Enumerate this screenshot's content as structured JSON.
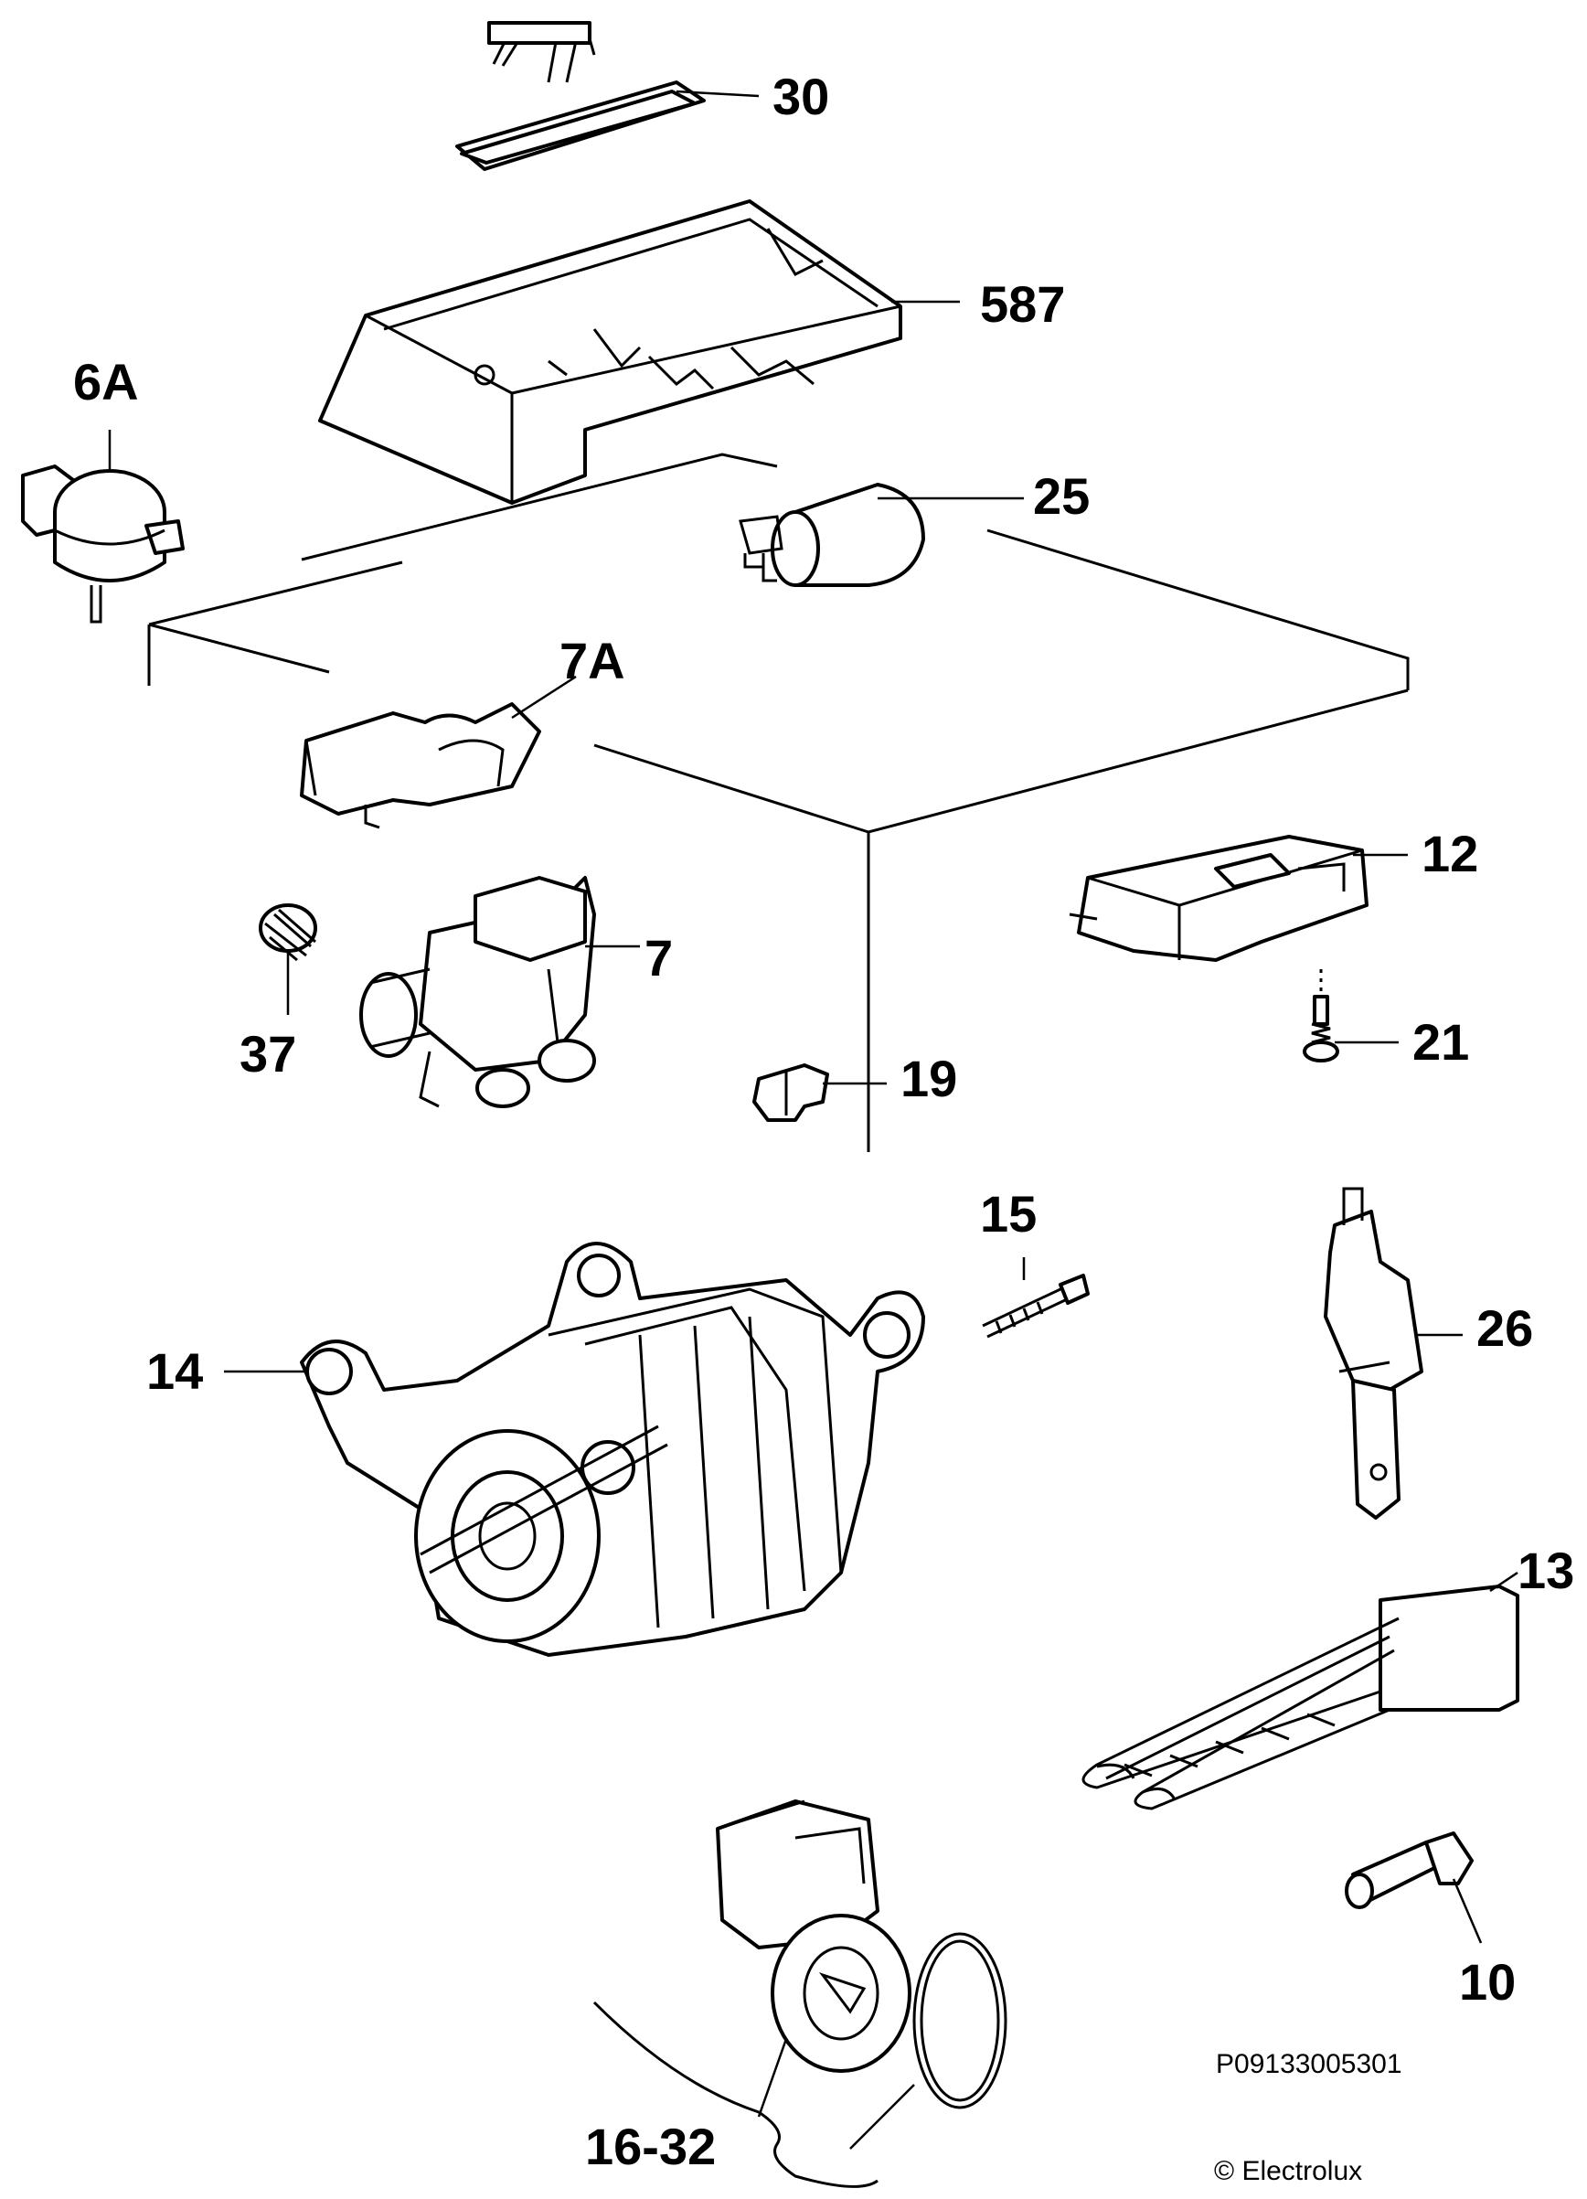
{
  "diagram": {
    "part_labels": {
      "p30": "30",
      "p587": "587",
      "p6A": "6A",
      "p25": "25",
      "p7A": "7A",
      "p12": "12",
      "p7": "7",
      "p37": "37",
      "p19": "19",
      "p21": "21",
      "p15": "15",
      "p26": "26",
      "p14": "14",
      "p13": "13",
      "p10": "10",
      "p16_32": "16-32"
    },
    "drawing_number": "P09133005301",
    "copyright": "© Electrolux"
  }
}
